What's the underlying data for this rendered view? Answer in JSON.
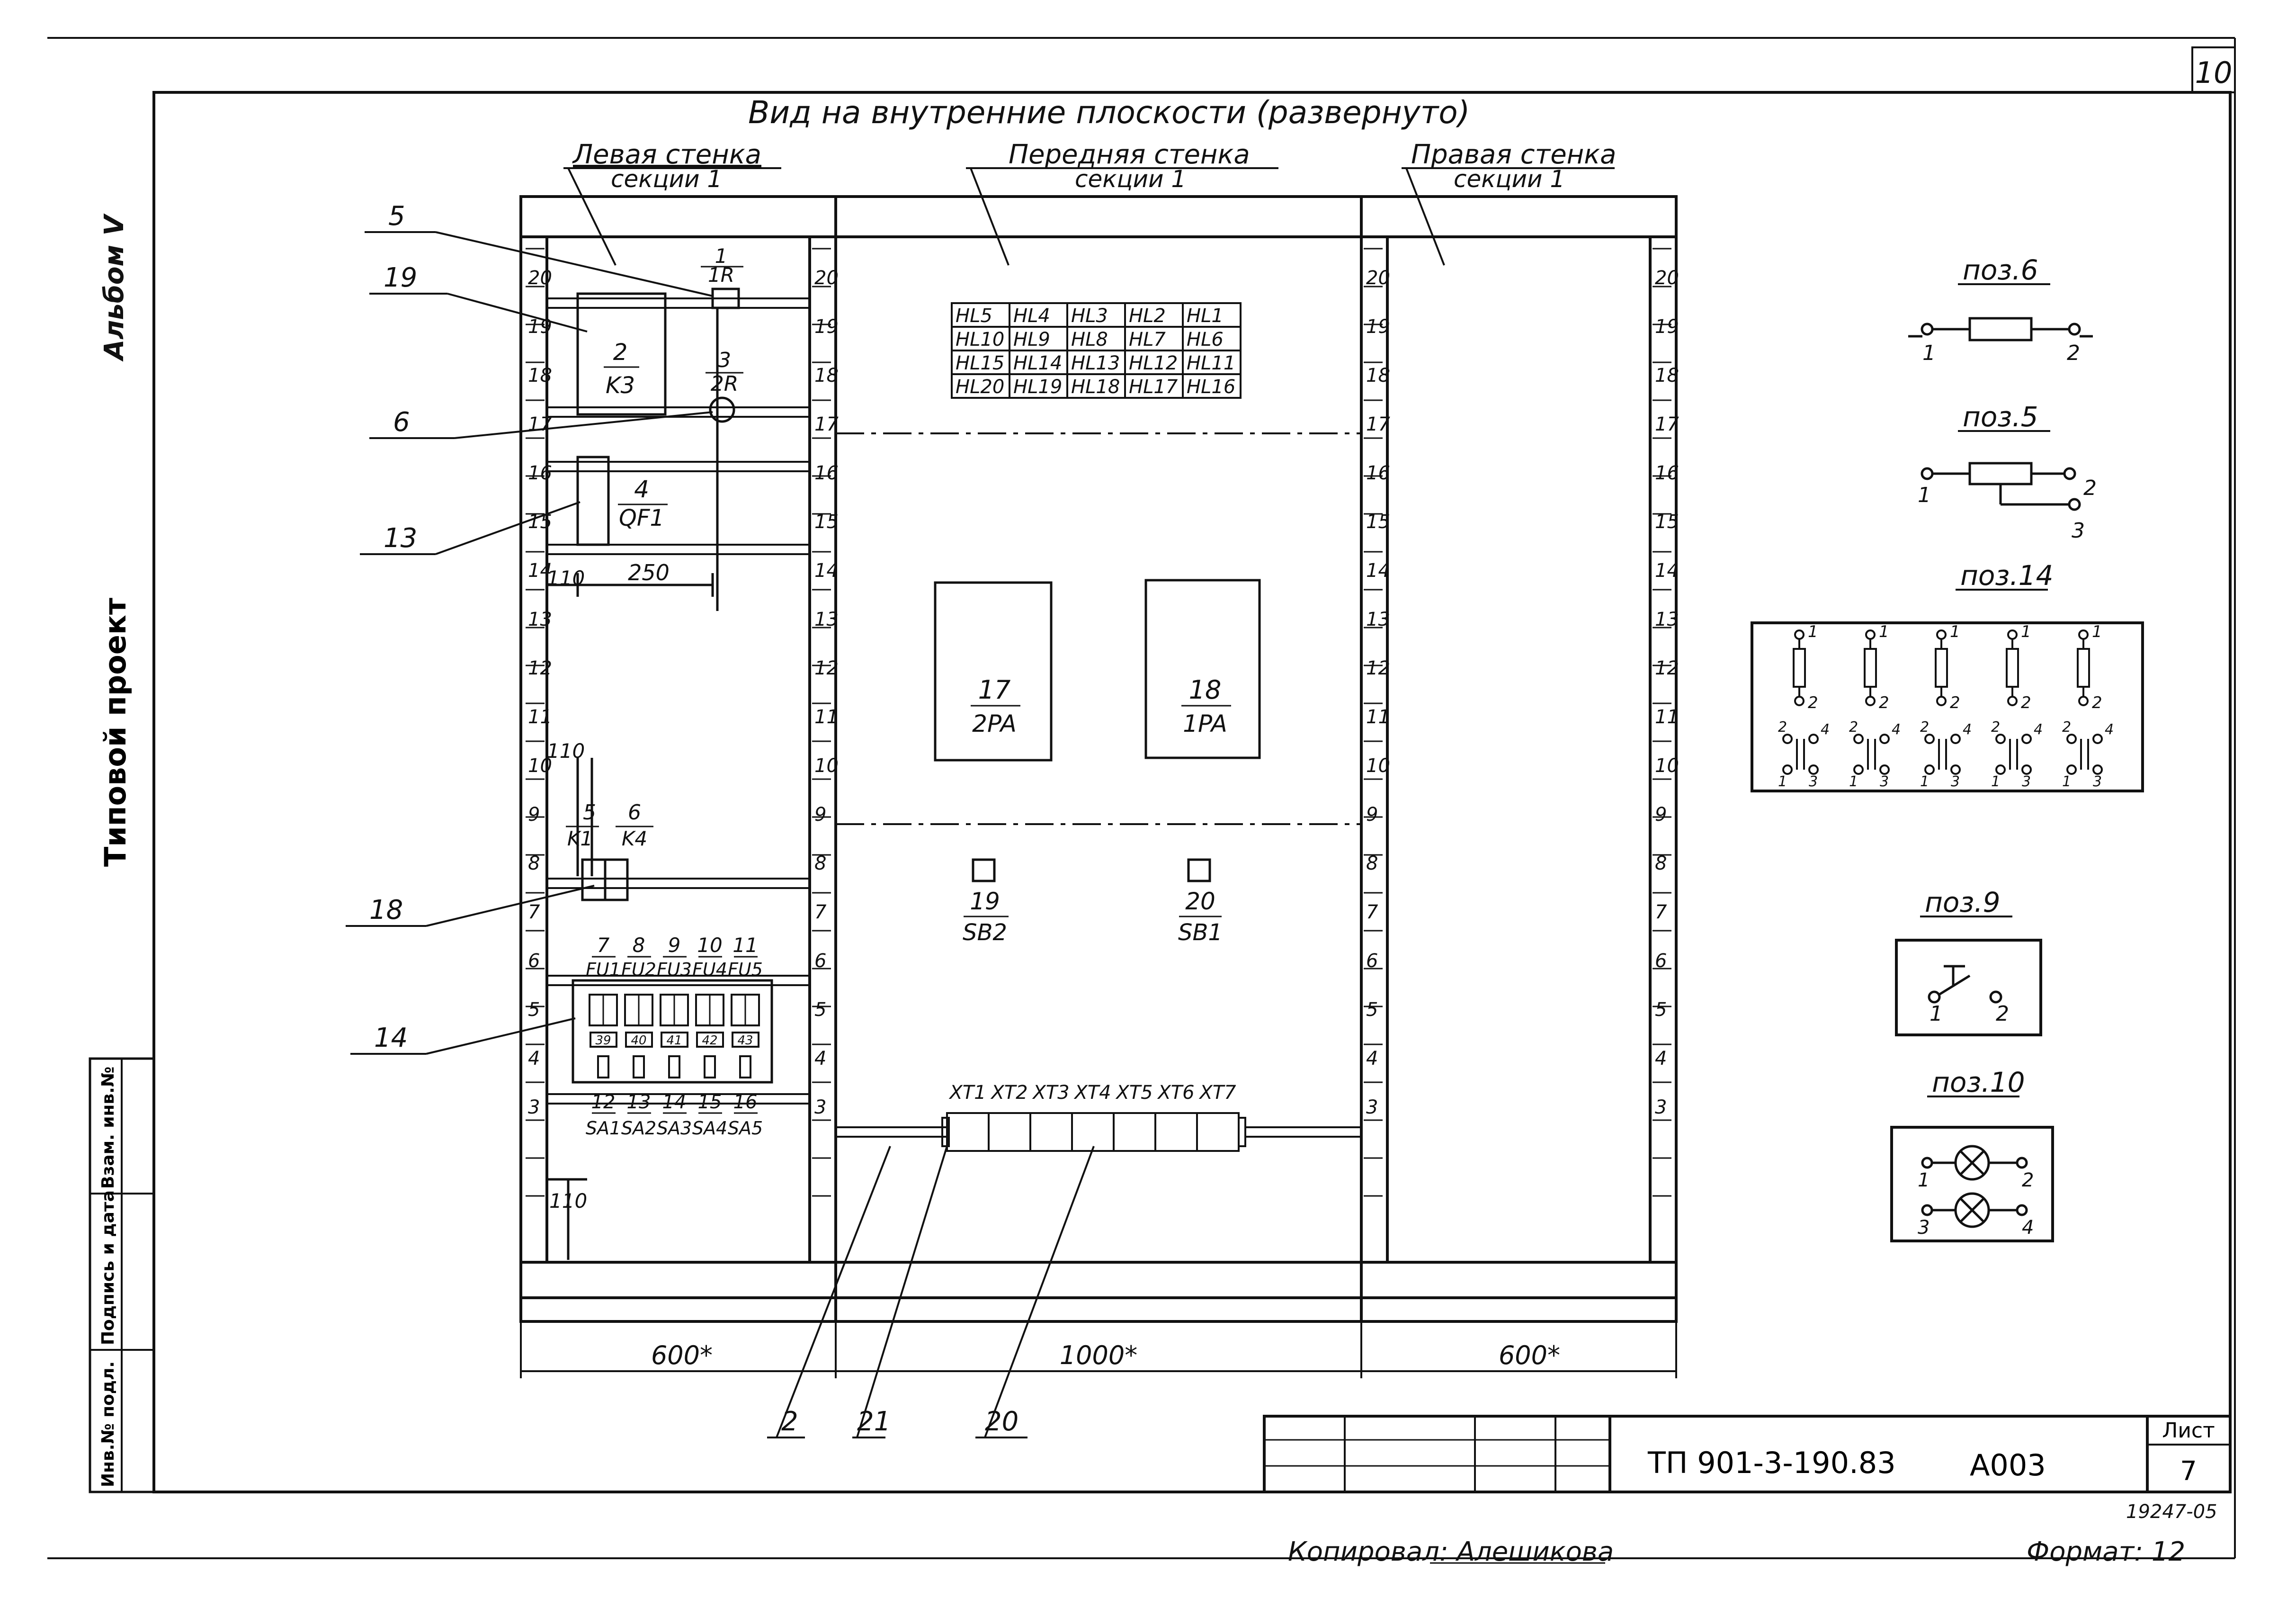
{
  "sheet_number": "10",
  "title": "Вид на внутренние плоскости (развернуто)",
  "walls": {
    "left": {
      "line1": "Левая стенка",
      "line2": "секции 1"
    },
    "front": {
      "line1": "Передняя стенка",
      "line2": "секции 1"
    },
    "right": {
      "line1": "Правая стенка",
      "line2": "секции 1"
    }
  },
  "side_text": {
    "album": "Альбом V",
    "project": "Типовой проект",
    "stamp_cells": [
      "Инв.№ подл.",
      "Подпись и дата",
      "Взам. инв.№"
    ]
  },
  "callouts_left": [
    "5",
    "19",
    "6",
    "13",
    "18",
    "14"
  ],
  "callouts_bottom": [
    "2",
    "21",
    "20"
  ],
  "scale_numbers": [
    "20",
    "19",
    "18",
    "17",
    "16",
    "15",
    "14",
    "13",
    "12",
    "11",
    "10",
    "9",
    "8",
    "7",
    "6",
    "5",
    "4",
    "3"
  ],
  "left_wall": {
    "relay_top": {
      "num": "1",
      "code": "1R"
    },
    "contactor": {
      "num": "2",
      "code": "K3"
    },
    "resistor": {
      "num": "3",
      "code": "2R"
    },
    "breaker": {
      "num": "4",
      "code": "QF1"
    },
    "dim_110_a": "110",
    "dim_250": "250",
    "dim_110_b": "110",
    "dim_110_c": "110",
    "relay_k1": {
      "num": "5",
      "code": "K1"
    },
    "relay_k4": {
      "num": "6",
      "code": "K4"
    },
    "fuses": [
      {
        "num": "7",
        "code": "FU1",
        "tag": "39"
      },
      {
        "num": "8",
        "code": "FU2",
        "tag": "40"
      },
      {
        "num": "9",
        "code": "FU3",
        "tag": "41"
      },
      {
        "num": "10",
        "code": "FU4",
        "tag": "42"
      },
      {
        "num": "11",
        "code": "FU5",
        "tag": "43"
      }
    ],
    "switches": [
      {
        "num": "12",
        "code": "SA1"
      },
      {
        "num": "13",
        "code": "SA2"
      },
      {
        "num": "14",
        "code": "SA3"
      },
      {
        "num": "15",
        "code": "SA4"
      },
      {
        "num": "16",
        "code": "SA5"
      }
    ]
  },
  "front_wall": {
    "lamp_grid": [
      [
        "HL5",
        "HL4",
        "HL3",
        "HL2",
        "HL1"
      ],
      [
        "HL10",
        "HL9",
        "HL8",
        "HL7",
        "HL6"
      ],
      [
        "HL15",
        "HL14",
        "HL13",
        "HL12",
        "HL11"
      ],
      [
        "HL20",
        "HL19",
        "HL18",
        "HL17",
        "HL16"
      ]
    ],
    "ammeter_2": {
      "num": "17",
      "code": "2PA"
    },
    "ammeter_1": {
      "num": "18",
      "code": "1PA"
    },
    "button_2": {
      "num": "19",
      "code": "SB2"
    },
    "button_1": {
      "num": "20",
      "code": "SB1"
    },
    "terminals": [
      "XT1",
      "XT2",
      "XT3",
      "XT4",
      "XT5",
      "XT6",
      "XT7"
    ]
  },
  "dimensions": {
    "left": "600*",
    "front": "1000*",
    "right": "600*"
  },
  "legend": {
    "pos6": {
      "title": "поз.6",
      "pins": [
        "1",
        "2"
      ]
    },
    "pos5": {
      "title": "поз.5",
      "pins": [
        "1",
        "2",
        "3"
      ]
    },
    "pos14": {
      "title": "поз.14",
      "pins": [
        "1",
        "2",
        "3",
        "4"
      ]
    },
    "pos9": {
      "title": "поз.9",
      "pins": [
        "1",
        "2"
      ]
    },
    "pos10": {
      "title": "поз.10",
      "pins": [
        "1",
        "2",
        "3",
        "4"
      ]
    }
  },
  "title_block": {
    "code": "ТП 901-3-190.83",
    "section": "А003",
    "sheet_label": "Лист",
    "sheet_value": "7"
  },
  "footer": {
    "copied": "Копировал: Алешикова",
    "format": "Формат: 12",
    "inv_number": "19247-05"
  }
}
